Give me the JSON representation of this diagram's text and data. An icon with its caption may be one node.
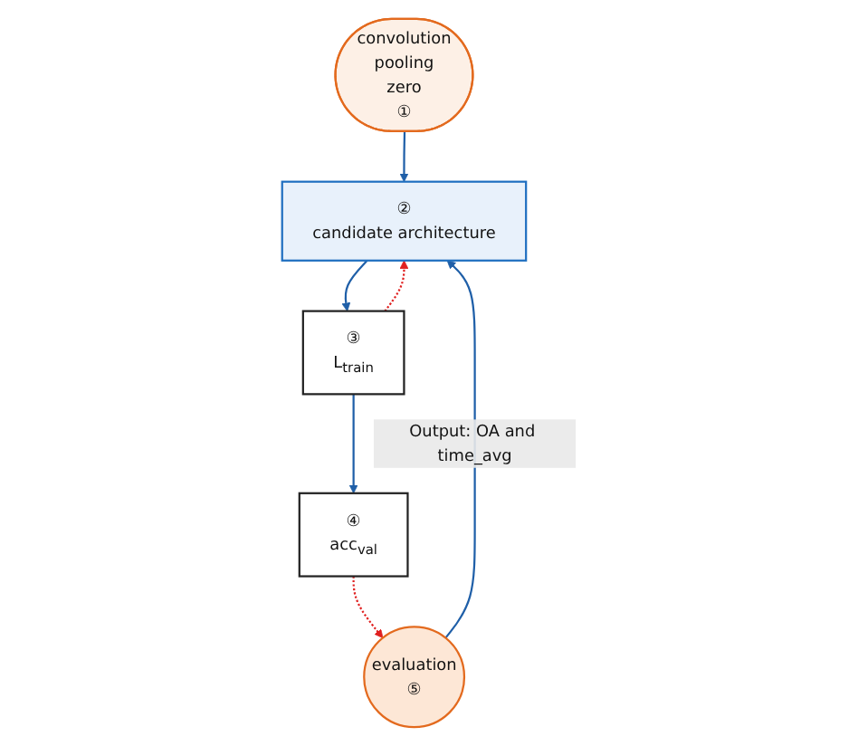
{
  "diagram": {
    "nodes": [
      {
        "text": [
          "convolution",
          "pooling",
          "zero",
          "①"
        ]
      },
      {
        "text": [
          "②",
          "candidate architecture"
        ]
      },
      {
        "text": [
          "③",
          "L$_{train}$"
        ]
      },
      {
        "text": [
          "④",
          "acc$_{val}$"
        ]
      },
      {
        "text": [
          "evaluation",
          "⑤"
        ]
      }
    ],
    "edges": [
      {
        "from": 0,
        "to": 1,
        "arrow": "to"
      },
      {
        "from": 1,
        "to": 2,
        "arrow": "to"
      },
      {
        "from": 2,
        "to": 3,
        "arrow": "to"
      },
      {
        "from": 3,
        "to": 4,
        "arrow": "to",
        "style": "dashed",
        "color": "#e02020"
      },
      {
        "from": 4,
        "to": 1,
        "arrow": "to",
        "label": "Output: OA and time_avg"
      },
      {
        "from": 2,
        "to": 1,
        "arrow": "to",
        "style": "dashed",
        "color": "#e02020"
      }
    ]
  }
}
